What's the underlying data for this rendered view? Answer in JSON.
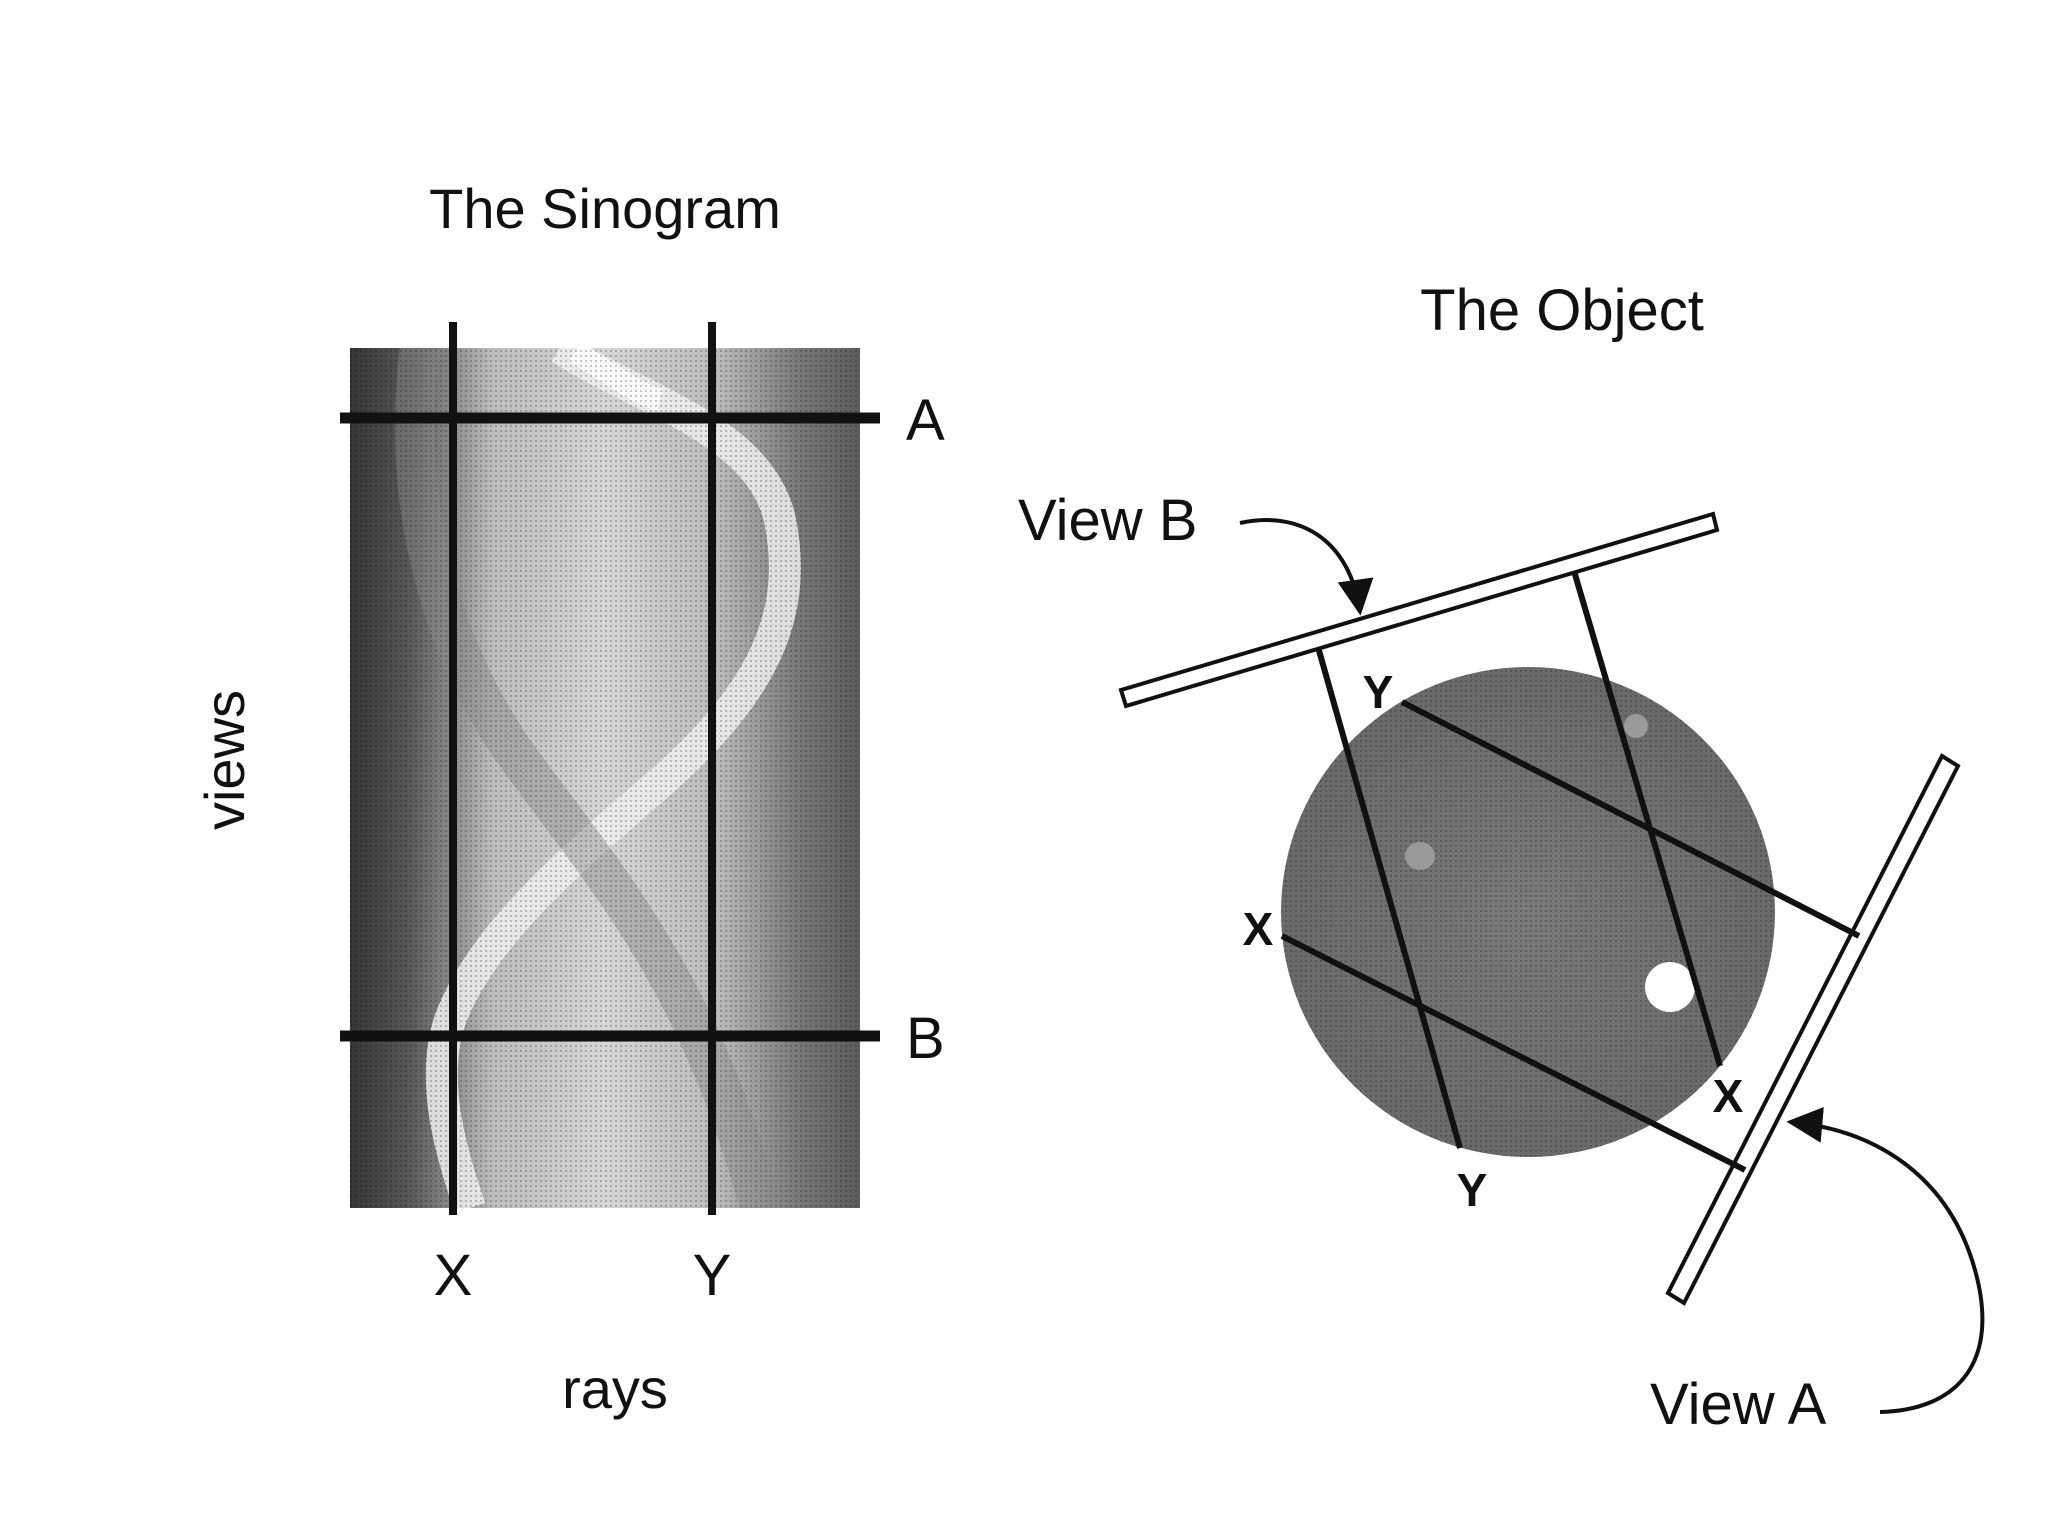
{
  "sinogram": {
    "title": "The Sinogram",
    "view_a_label": "A",
    "view_b_label": "B",
    "ray_x_label": "X",
    "ray_y_label": "Y",
    "xlabel": "rays",
    "ylabel": "views"
  },
  "object": {
    "title": "The Object",
    "view_b_label": "View B",
    "view_a_label": "View A",
    "point_labels": {
      "y_top": "Y",
      "x_left": "X",
      "x_right": "X",
      "y_bottom": "Y"
    }
  },
  "colors": {
    "ink": "#111111",
    "sinogram_dark": "#3a3a3a",
    "sinogram_light": "#d8d8d8",
    "object_fill": "#6e6e6e"
  }
}
